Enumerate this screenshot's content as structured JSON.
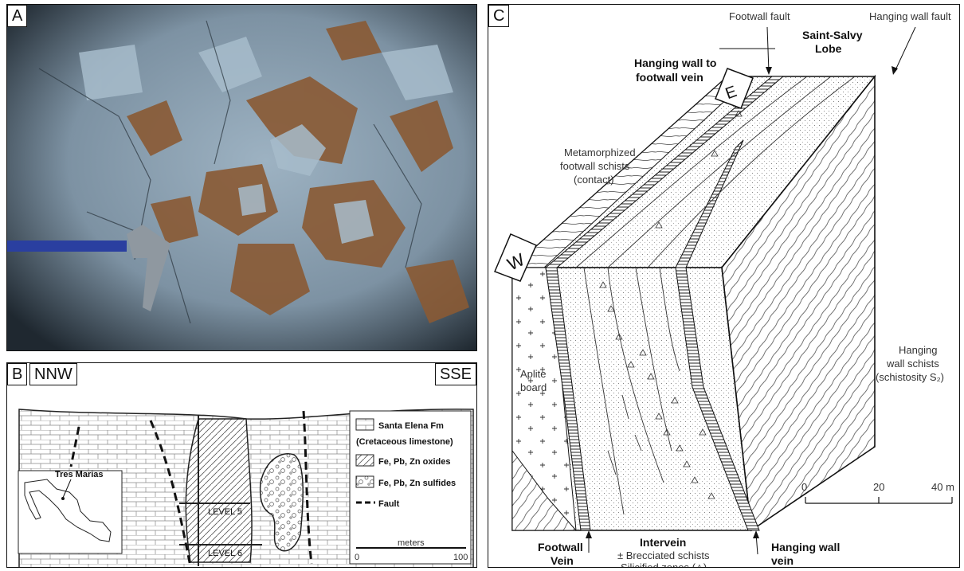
{
  "panelA": {
    "label": "A"
  },
  "panelB": {
    "label": "B",
    "left_direction": "NNW",
    "right_direction": "SSE",
    "inset_label": "Tres Marias",
    "level5": "LEVEL 5",
    "level6": "LEVEL 6",
    "legend": [
      {
        "line1": "Santa Elena Fm",
        "line2": "(Cretaceous limestone)"
      },
      {
        "line1": "Fe, Pb, Zn oxides"
      },
      {
        "line1": "Fe, Pb, Zn sulfides"
      },
      {
        "line1": "Fault"
      }
    ],
    "scale": {
      "start": "0",
      "unit": "meters",
      "end": "100"
    }
  },
  "panelC": {
    "label": "C",
    "orient_w": "W",
    "orient_e": "E",
    "footwall_fault": "Footwall fault",
    "hanging_wall_fault": "Hanging wall fault",
    "saint_salvy": [
      "Saint-Salvy",
      "Lobe"
    ],
    "hw_to_fw_vein": [
      "Hanging wall to",
      "footwall vein"
    ],
    "metamorphized": [
      "Metamorphized",
      "footwall schists",
      "(contact)"
    ],
    "hanging_wall_schists": [
      "Hanging",
      "wall schists",
      "(schistosity S₂)"
    ],
    "aplite": [
      "Aplite",
      "board"
    ],
    "intervein": [
      "Intervein",
      "± Brecciated schists",
      "Silicified zones (△)"
    ],
    "footwall_vein": [
      "Footwall",
      "Vein"
    ],
    "hanging_wall_vein": [
      "Hanging wall",
      "vein"
    ],
    "scale": {
      "start": "0",
      "mid": "20",
      "end": "40 m"
    }
  },
  "colors": {
    "rock": "#7f94a4",
    "ore": "#8a5a34",
    "ink": "#111111"
  }
}
